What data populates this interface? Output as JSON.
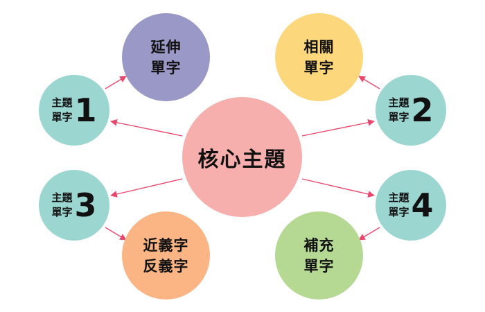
{
  "colors": {
    "center": "#f6afac",
    "extend": "#9a98c6",
    "related": "#fdd77b",
    "synonym": "#fbb585",
    "supplement": "#b5d892",
    "topic": "#9bd6d1",
    "arrow": "#e9486e"
  },
  "center": {
    "label": "核心主題"
  },
  "extend": {
    "line1": "延伸",
    "line2": "單字"
  },
  "related": {
    "line1": "相關",
    "line2": "單字"
  },
  "synonym": {
    "line1": "近義字",
    "line2": "反義字"
  },
  "supplement": {
    "line1": "補充",
    "line2": "單字"
  },
  "topics": [
    {
      "line1": "主題",
      "line2": "單字",
      "number": "1"
    },
    {
      "line1": "主題",
      "line2": "單字",
      "number": "2"
    },
    {
      "line1": "主題",
      "line2": "單字",
      "number": "3"
    },
    {
      "line1": "主題",
      "line2": "單字",
      "number": "4"
    }
  ]
}
